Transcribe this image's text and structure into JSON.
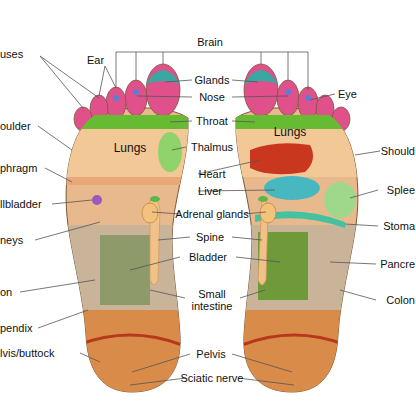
{
  "diagram": {
    "labels": [
      "Brain",
      "Ear",
      "Glands",
      "Eye",
      "uses",
      "Nose",
      "Throat",
      "Lungs",
      "Lungs",
      "oulder",
      "Thalmus",
      "Should",
      "Heart",
      "phragm",
      "Liver",
      "Splee",
      "llbladder",
      "Adrenal glands",
      "Stoma",
      "Spine",
      "neys",
      "Bladder",
      "Pancre",
      "on",
      "Small intestine",
      "Colon",
      "pendix",
      "lvis/buttock",
      "Pelvis",
      "Sciatic nerve"
    ]
  }
}
